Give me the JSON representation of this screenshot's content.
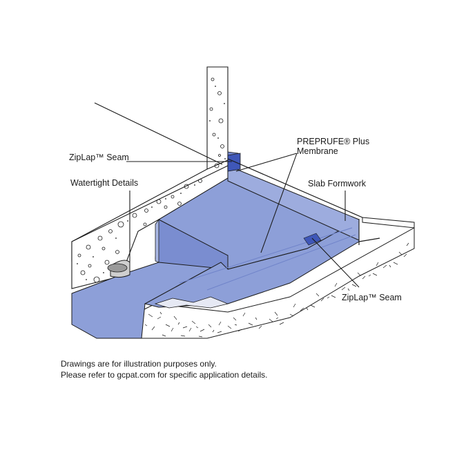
{
  "labels": {
    "ziplap_seam_left": "ZipLap™ Seam",
    "watertight_details": "Watertight Details",
    "preprufe_line1": "PREPRUFE® Plus",
    "preprufe_line2": "Membrane",
    "slab_formwork": "Slab Formwork",
    "ziplap_seam_right": "ZipLap™ Seam"
  },
  "notes": {
    "line1": "Drawings are for illustration purposes only.",
    "line2": "Please refer to gcpat.com for specific application details."
  },
  "colors": {
    "membrane": "#8d9fd8",
    "membrane_dark": "#6f83c9",
    "membrane_light": "#a9b7e4",
    "seam": "#3f57b8",
    "concrete": "#ffffff",
    "outline": "#1a1a1a"
  }
}
